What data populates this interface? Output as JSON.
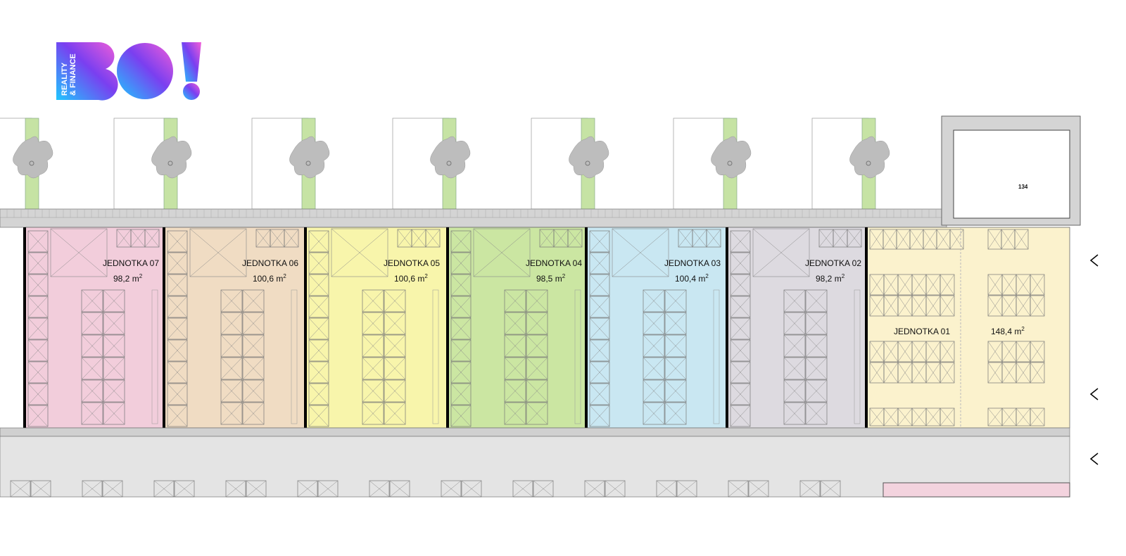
{
  "logo": {
    "text": "BO!",
    "subtitle_line1": "REALITY",
    "subtitle_line2": "& FINANCE"
  },
  "colors": {
    "unit07": "#f2cddb",
    "unit06": "#f0dcc3",
    "unit05": "#f8f5ab",
    "unit04": "#cbe6a2",
    "unit03": "#c9e7f2",
    "unit02": "#dddae0",
    "unit01": "#fbf2cd",
    "corridor": "#e4e4e4",
    "wall": "#d4d4d4",
    "tree_strip": "#c6e3a4",
    "tree": "#bdbdbd",
    "toilet_rooms": "#f3d3de"
  },
  "room_134": "134",
  "units": [
    {
      "name": "JEDNOTKA 07",
      "area": "98,2",
      "unit": "m",
      "sup": "2"
    },
    {
      "name": "JEDNOTKA 06",
      "area": "100,6",
      "unit": "m",
      "sup": "2"
    },
    {
      "name": "JEDNOTKA 05",
      "area": "100,6",
      "unit": "m",
      "sup": "2"
    },
    {
      "name": "JEDNOTKA 04",
      "area": "98,5",
      "unit": "m",
      "sup": "2"
    },
    {
      "name": "JEDNOTKA 03",
      "area": "100,4",
      "unit": "m",
      "sup": "2"
    },
    {
      "name": "JEDNOTKA 02",
      "area": "98,2",
      "unit": "m",
      "sup": "2"
    },
    {
      "name": "JEDNOTKA 01",
      "area": "148,4",
      "unit": "m",
      "sup": "2"
    }
  ]
}
